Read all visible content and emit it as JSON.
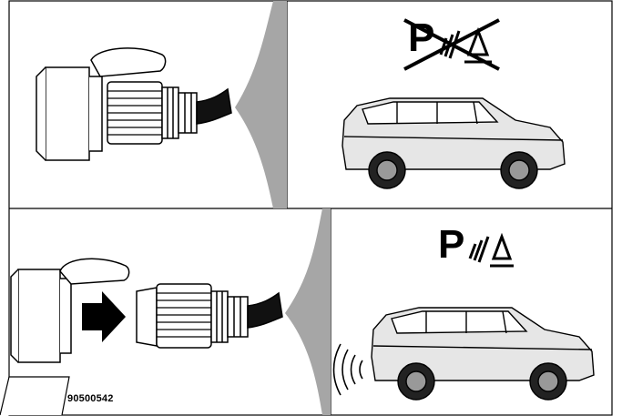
{
  "figure": {
    "reference_code": "90500542",
    "panels": [
      {
        "id": "top",
        "left_caption": "",
        "parking_sensor_symbol": "P",
        "parking_sensor_state": "disabled"
      },
      {
        "id": "bottom",
        "parking_sensor_symbol": "P",
        "parking_sensor_state": "active"
      }
    ],
    "colors": {
      "line": "#000000",
      "divider_wedge": "#a6a6a6",
      "arrow": "#000000",
      "car_body": "#d9d9d9",
      "background": "#ffffff"
    }
  }
}
